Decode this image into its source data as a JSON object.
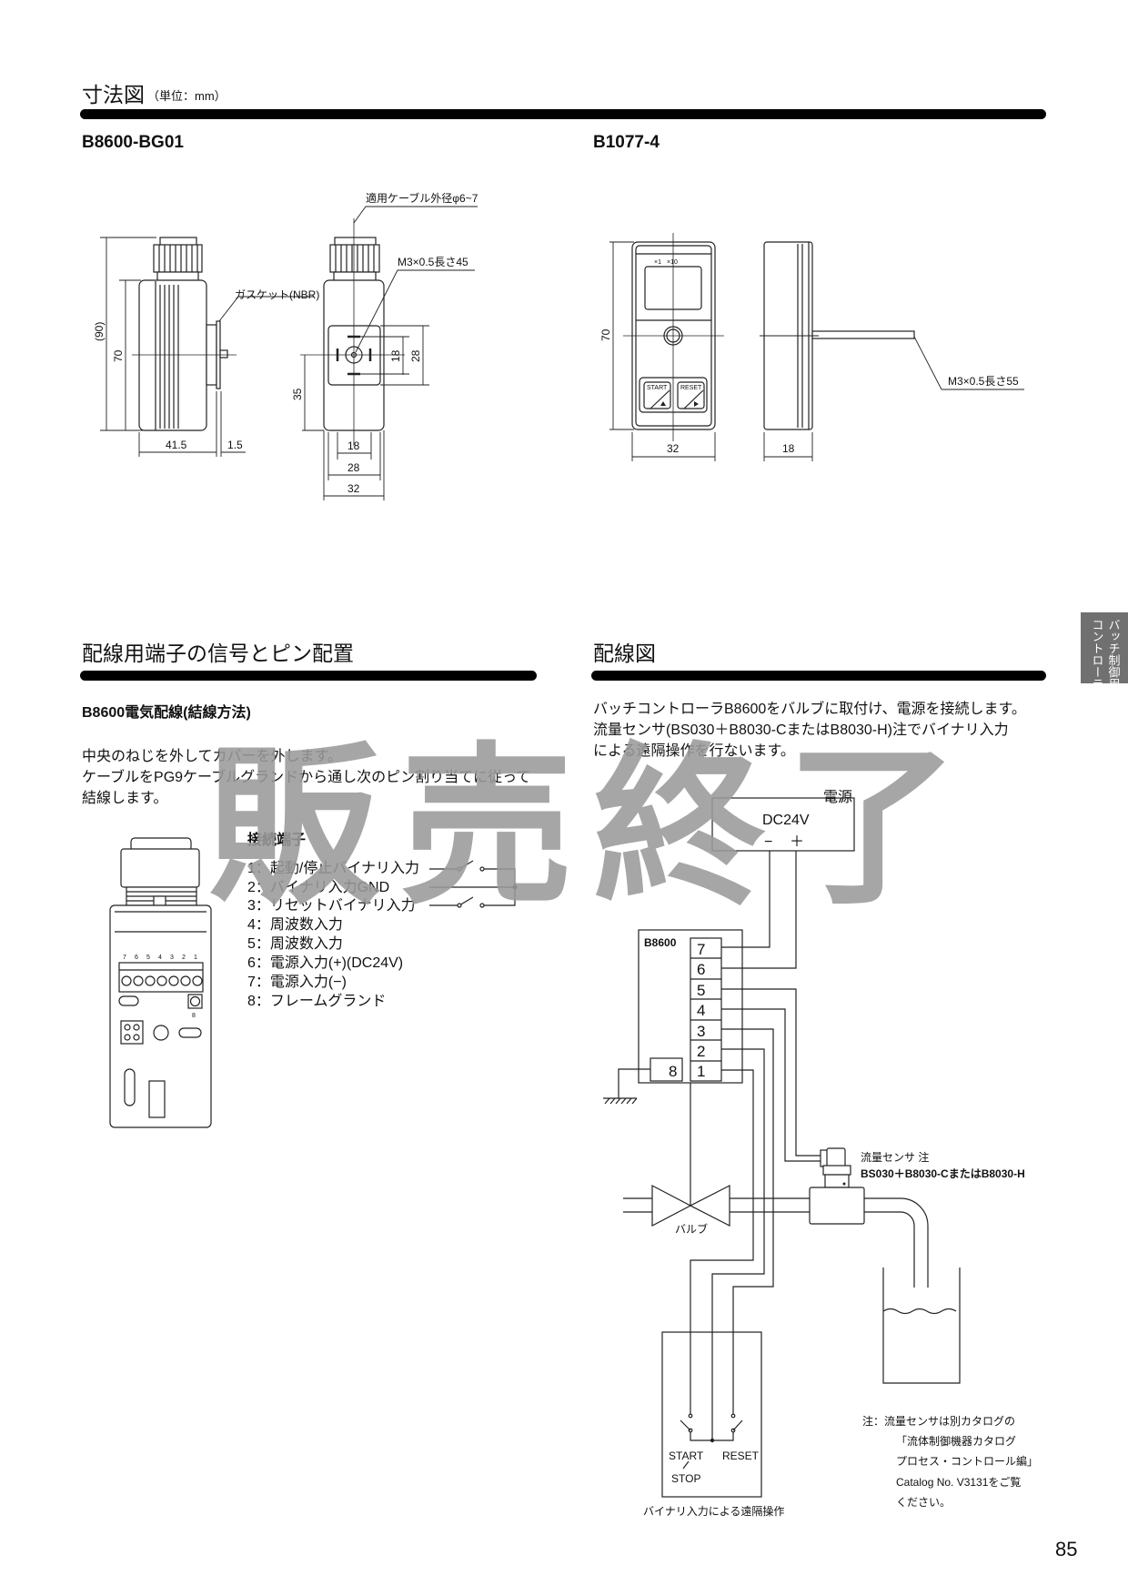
{
  "dimensions": {
    "title": "寸法図",
    "unit": "（単位：mm）",
    "b8600": {
      "model": "B8600-BG01",
      "cable_label": "適用ケーブル外径φ6~7",
      "screw_label": "M3×0.5長さ45",
      "gasket_label": "ガスケット(NBR)",
      "dims": {
        "overall_h": "(90)",
        "body_h": "70",
        "depth": "41.5",
        "gasket": "1.5",
        "pin_v": "18",
        "plate_v": "28",
        "center_h": "35",
        "pin_h": "18",
        "plate_w": "28",
        "width": "32"
      }
    },
    "b1077": {
      "model": "B1077-4",
      "range_labels": [
        "×1",
        "×10"
      ],
      "start_button": "START",
      "reset_button": "RESET",
      "screw_label": "M3×0.5長さ55",
      "dims": {
        "height": "70",
        "width": "32",
        "depth": "18"
      }
    }
  },
  "pin_section": {
    "title": "配線用端子の信号とピン配置",
    "subtitle": "B8600電気配線(結線方法)",
    "paragraph": [
      "中央のねじを外してカバーを外します。",
      "ケーブルをPG9ケーブルグランドから通し次のピン割り当てに従って",
      "結線します。"
    ],
    "terminal_numbers": [
      "7",
      "6",
      "5",
      "4",
      "3",
      "2",
      "1"
    ],
    "ground_number": "8",
    "terminals_title": "接続端子",
    "terminals": [
      "1：起動/停止バイナリ入力",
      "2：バイナリ入力GND",
      "3：リセットバイナリ入力",
      "4：周波数入力",
      "5：周波数入力",
      "6：電源入力(+)(DC24V)",
      "7：電源入力(−)",
      "8：フレームグランド"
    ]
  },
  "wiring": {
    "title": "配線図",
    "paragraph": [
      "バッチコントローラB8600をバルブに取付け、電源を接続します。",
      "流量センサ(BS030＋B8030-CまたはB8030-H)注でバイナリ入力",
      "による遠隔操作を行ないます。"
    ],
    "power_label": "電源",
    "power_voltage": "DC24V",
    "power_minus": "−",
    "power_plus": "＋",
    "controller": "B8600",
    "terminals": [
      "7",
      "6",
      "5",
      "4",
      "3",
      "2",
      "1"
    ],
    "ground_terminal": "8",
    "valve_label": "バルブ",
    "sensor_label": "流量センサ 注",
    "sensor_models": "BS030＋B8030-CまたはB8030-H",
    "start_label": "START",
    "stop_label": "STOP",
    "reset_label": "RESET",
    "remote_caption": "バイナリ入力による遠隔操作",
    "note": [
      "注：流量センサは別カタログの",
      "「流体制御機器カタログ",
      "プロセス・コントロール編」",
      "Catalog No. V3131をご覧",
      "ください。"
    ]
  },
  "side_tab": [
    "バッチ制御用",
    "コントローラ"
  ],
  "watermark": "販売終了",
  "page_number": "85",
  "colors": {
    "tab": "#707070",
    "watermark": "#9a9a9a",
    "bar": "#000000"
  }
}
